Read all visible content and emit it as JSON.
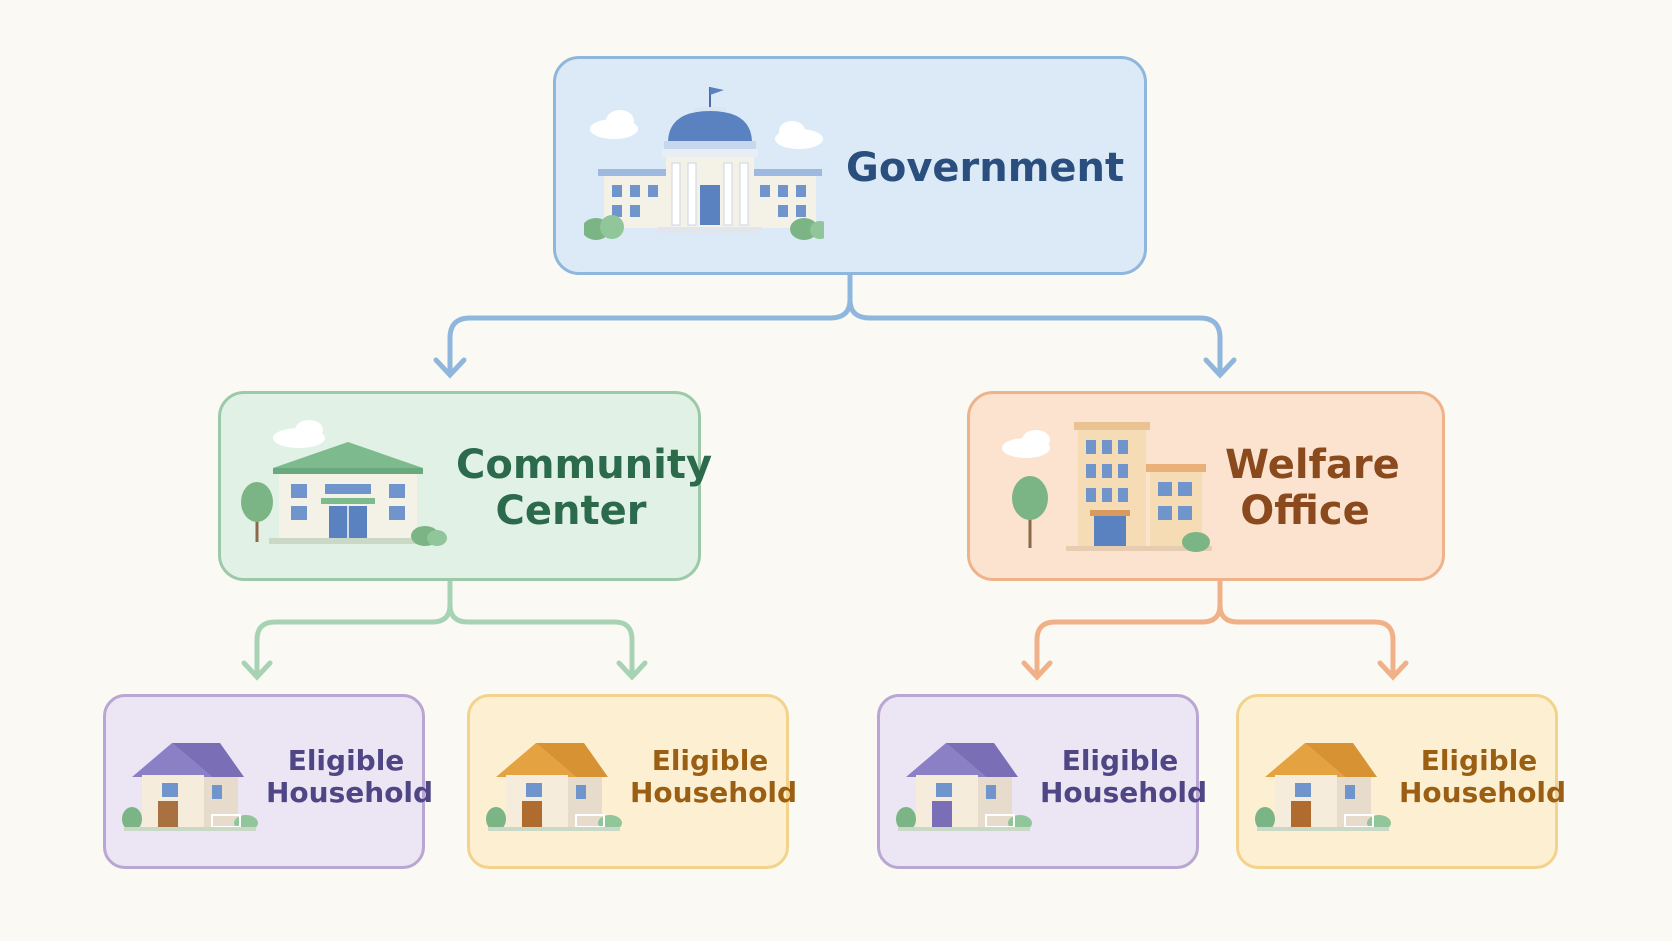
{
  "nodes": {
    "government": {
      "label": "Government",
      "icon": "government-building-icon",
      "color": "#8fb6dc"
    },
    "community_center": {
      "label_line1": "Community",
      "label_line2": "Center",
      "icon": "community-center-icon",
      "color": "#9ccaa9"
    },
    "welfare_office": {
      "label_line1": "Welfare",
      "label_line2": "Office",
      "icon": "office-building-icon",
      "color": "#eeb38a"
    },
    "households": [
      {
        "label_line1": "Eligible",
        "label_line2": "Household",
        "icon": "house-icon",
        "color": "#b9a6d2"
      },
      {
        "label_line1": "Eligible",
        "label_line2": "Household",
        "icon": "house-icon",
        "color": "#f3d38b"
      },
      {
        "label_line1": "Eligible",
        "label_line2": "Household",
        "icon": "house-icon",
        "color": "#b9a6d2"
      },
      {
        "label_line1": "Eligible",
        "label_line2": "Household",
        "icon": "house-icon",
        "color": "#f3d38b"
      }
    ]
  },
  "edges": [
    {
      "from": "Government",
      "to": "Community Center",
      "color": "#8fb6dc"
    },
    {
      "from": "Government",
      "to": "Welfare Office",
      "color": "#8fb6dc"
    },
    {
      "from": "Community Center",
      "to": "Eligible Household",
      "color": "#a7d3b4"
    },
    {
      "from": "Community Center",
      "to": "Eligible Household",
      "color": "#a7d3b4"
    },
    {
      "from": "Welfare Office",
      "to": "Eligible Household",
      "color": "#f0b088"
    },
    {
      "from": "Welfare Office",
      "to": "Eligible Household",
      "color": "#f0b088"
    }
  ]
}
